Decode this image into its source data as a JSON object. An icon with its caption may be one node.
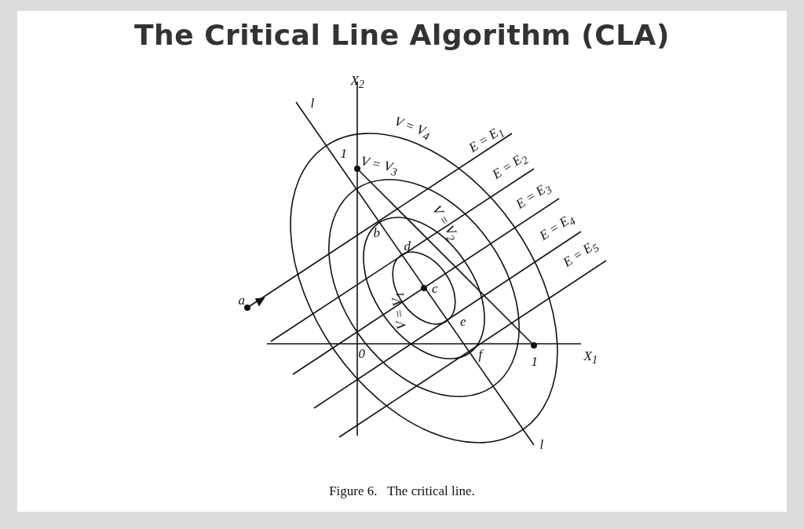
{
  "diagram": {
    "title": "The Critical Line Algorithm (CLA)",
    "caption": "Figure 6.   The critical line.",
    "labels": [
      "X$_{2}$",
      "l",
      "V = V$_{4}$",
      "E = E$_{1}$",
      "1",
      "V = V$_{3}$",
      "E = E$_{2}$",
      "b",
      "V = V$_{2}$",
      "E = E$_{3}$",
      "d",
      "E = E$_{4}$",
      "a",
      "c",
      "E = E$_{5}$",
      "V = V$_{1}$",
      "e",
      "0",
      "f",
      "1",
      "X$_{1}$",
      "l"
    ]
  }
}
